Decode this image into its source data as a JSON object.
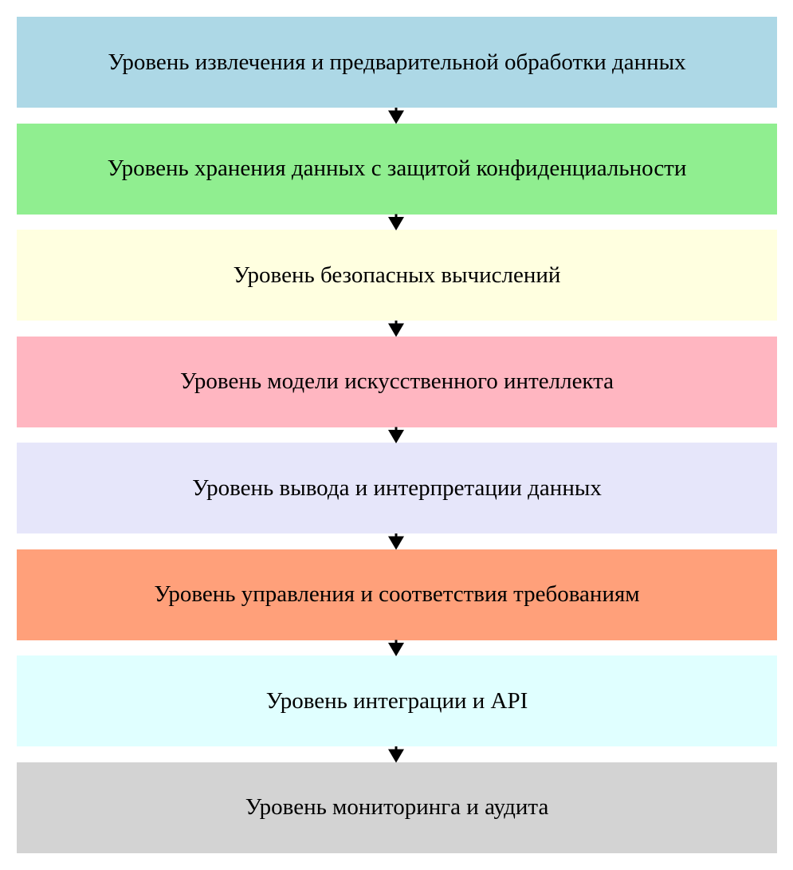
{
  "diagram": {
    "type": "layered-flow",
    "direction": "top-to-bottom",
    "layers": [
      {
        "label": "Уровень извлечения и предварительной обработки данных",
        "color": "#add8e6"
      },
      {
        "label": "Уровень хранения данных с защитой конфиденциальности",
        "color": "#90ee90"
      },
      {
        "label": "Уровень безопасных вычислений",
        "color": "#ffffe0"
      },
      {
        "label": "Уровень модели искусственного интеллекта",
        "color": "#ffb6c1"
      },
      {
        "label": "Уровень вывода и интерпретации данных",
        "color": "#e6e6fa"
      },
      {
        "label": "Уровень управления и соответствия требованиям",
        "color": "#ffa07a"
      },
      {
        "label": "Уровень интеграции и API",
        "color": "#e0ffff"
      },
      {
        "label": "Уровень мониторинга и аудита",
        "color": "#d3d3d3"
      }
    ],
    "arrow_color": "#000000"
  }
}
